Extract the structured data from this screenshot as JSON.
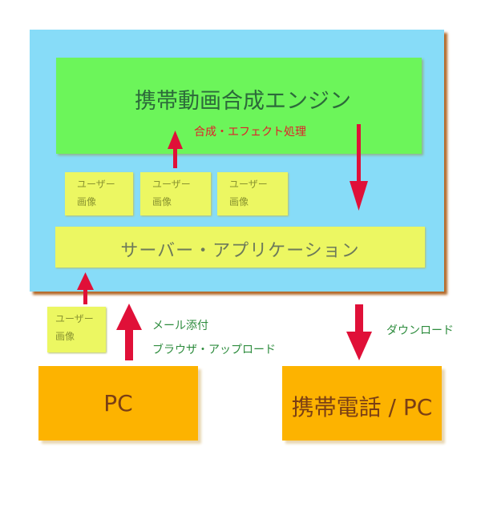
{
  "engine": {
    "title": "携帯動画合成エンジン",
    "process_label": "合成・エフェクト処理"
  },
  "user_images": [
    {
      "line1": "ユーザー",
      "line2": "画像"
    },
    {
      "line1": "ユーザー",
      "line2": "画像"
    },
    {
      "line1": "ユーザー",
      "line2": "画像"
    },
    {
      "line1": "ユーザー",
      "line2": "画像"
    }
  ],
  "server_app": {
    "label": "サーバー・アプリケーション"
  },
  "upload": {
    "mail_label": "メール添付",
    "browser_label": "ブラウザ・アップロード"
  },
  "download": {
    "label": "ダウンロード"
  },
  "source": {
    "label": "PC"
  },
  "destination": {
    "label": "携帯電話 / PC"
  },
  "colors": {
    "server_area": "#87dcf8",
    "engine": "#6cf55a",
    "app_box": "#ecf762",
    "device_box": "#fdb300",
    "arrow": "#e01038"
  }
}
